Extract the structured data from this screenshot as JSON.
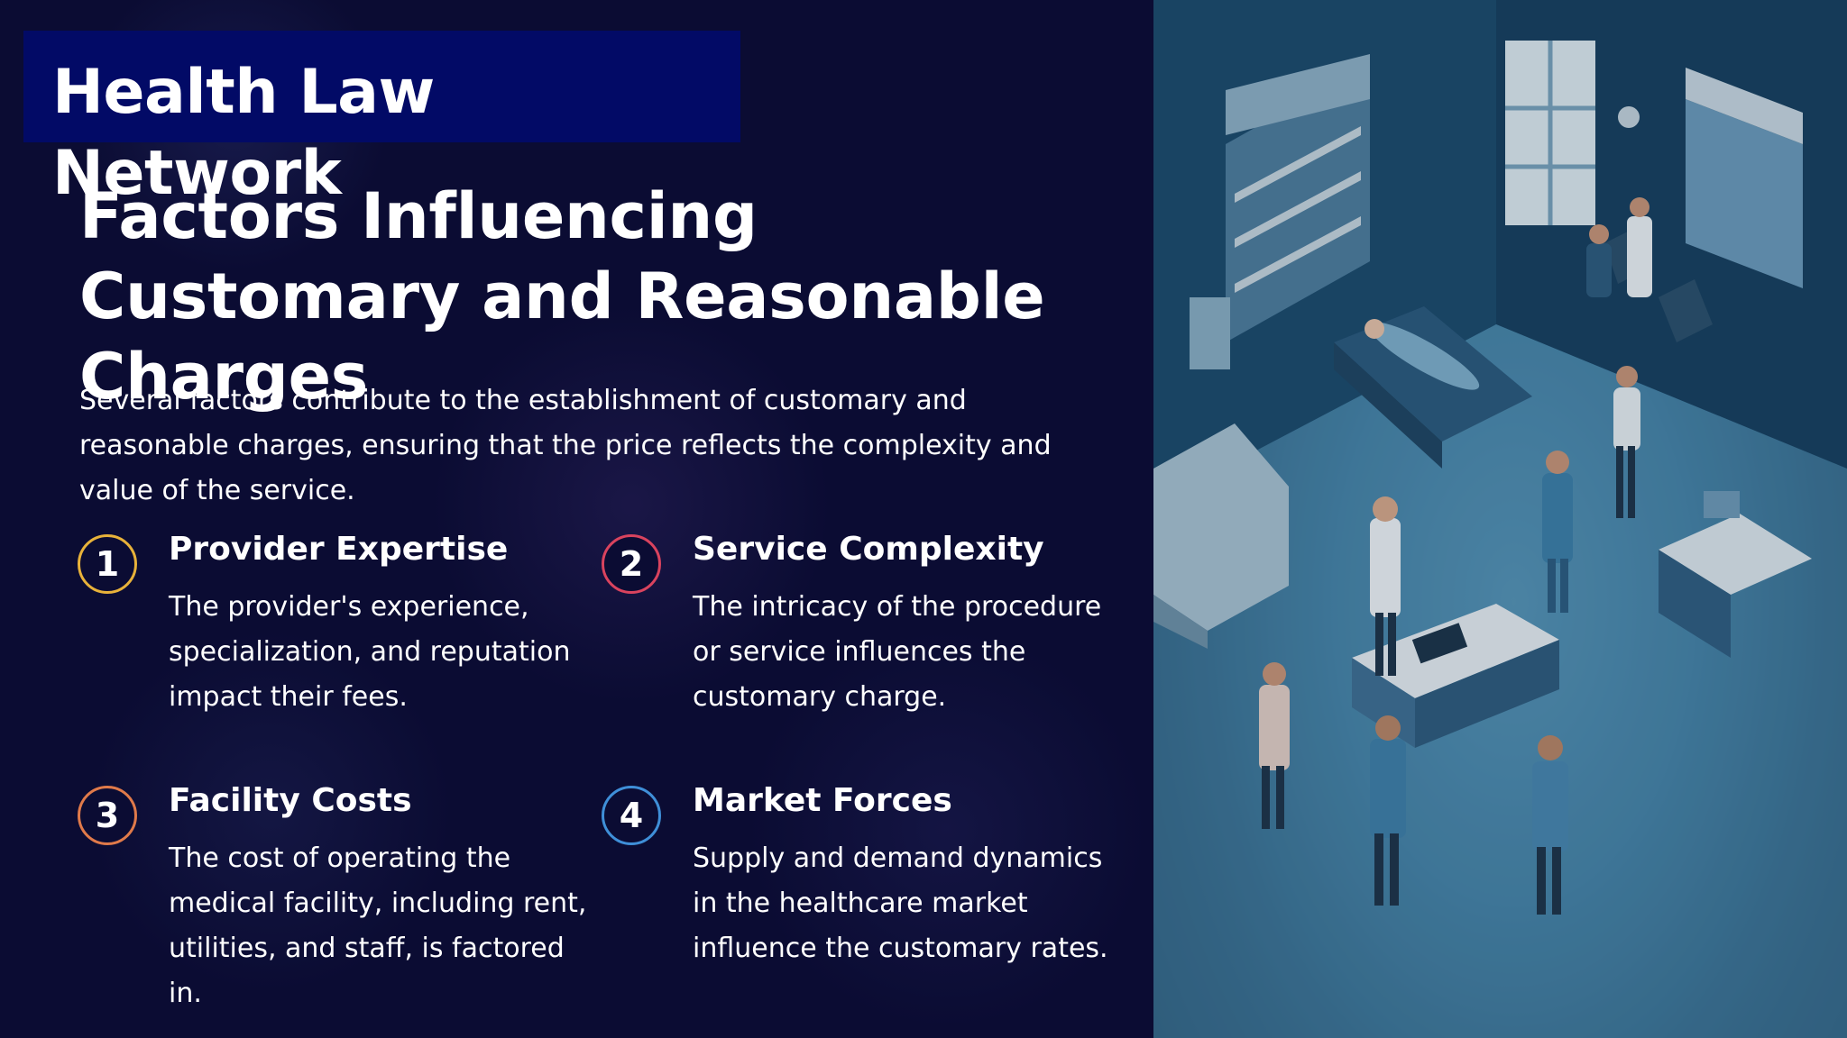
{
  "brand": {
    "name": "Health Law Network"
  },
  "slide": {
    "title": "Factors Influencing Customary and Reasonable Charges",
    "intro": "Several factors contribute to the establishment of customary and reasonable charges, ensuring that the price reflects the complexity and value of the service.",
    "factors": [
      {
        "number": "1",
        "title": "Provider Expertise",
        "description": "The provider's experience, specialization, and reputation impact their fees.",
        "ring_color": "#e8b23a"
      },
      {
        "number": "2",
        "title": "Service Complexity",
        "description": "The intricacy of the procedure or service influences the customary charge.",
        "ring_color": "#d9435e"
      },
      {
        "number": "3",
        "title": "Facility Costs",
        "description": "The cost of operating the medical facility, including rent, utilities, and staff, is factored in.",
        "ring_color": "#e07a4a"
      },
      {
        "number": "4",
        "title": "Market Forces",
        "description": "Supply and demand dynamics in the healthcare market influence the customary rates.",
        "ring_color": "#3f8fd8"
      }
    ]
  },
  "illustration": {
    "subject": "isometric hospital room with medical staff and patient"
  },
  "colors": {
    "background": "#0b0c33",
    "brand_box": "#020a66",
    "text": "#ffffff"
  }
}
